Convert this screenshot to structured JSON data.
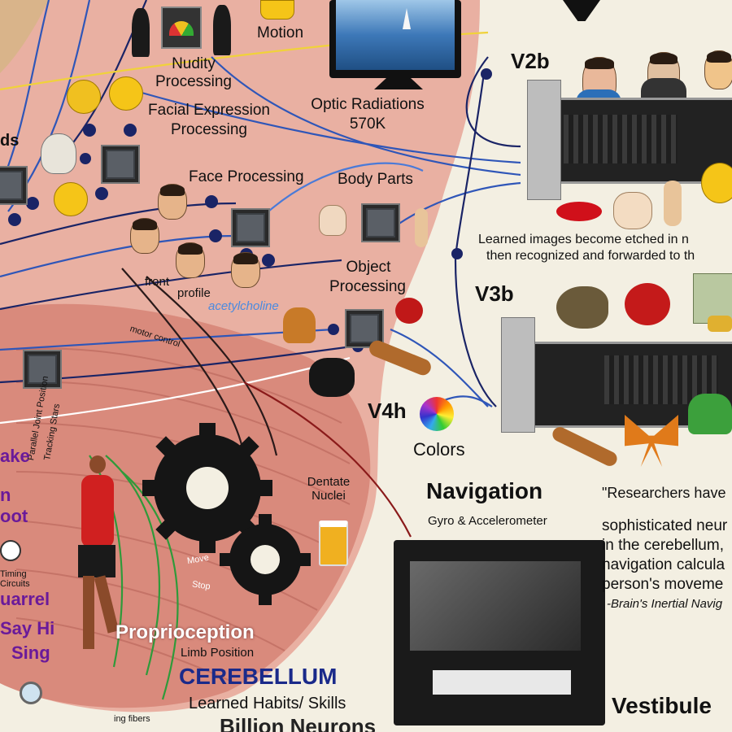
{
  "labels": {
    "motion": "Motion",
    "nudity": "Nudity\nProcessing",
    "optic": "Optic Radiations",
    "optic_count": "570K",
    "v2b": "V2b",
    "facial_expr": "Facial Expression",
    "facial_proc": "Processing",
    "face_proc": "Face Processing",
    "body_parts": "Body Parts",
    "front": "front",
    "profile": "profile",
    "acetylcholine": "acetylcholine",
    "object": "Object",
    "object_proc": "Processing",
    "motor_control": "motor control",
    "v3b": "V3b",
    "v4h": "V4h",
    "colors": "Colors",
    "learned1": "Learned images become etched in n",
    "learned2": "then recognized and forwarded to th",
    "dentate1": "Dentate",
    "dentate2": "Nuclei",
    "navigation": "Navigation",
    "gyro": "Gyro & Accelerometer",
    "researchers": "\"Researchers have",
    "quote1": "sophisticated neur",
    "quote2": "in the cerebellum,",
    "quote3": "navigation calcula",
    "quote4": "person's moveme",
    "quote_src": "-Brain's Inertial Navig",
    "move": "Move",
    "stop": "Stop",
    "proprioception": "Proprioception",
    "limb": "Limb Position",
    "cerebellum": "CEREBELLUM",
    "habits": "Learned Habits/ Skills",
    "neurons": "Billion Neurons",
    "vestibule": "Vestibule",
    "ds": "ds",
    "left_ake": "ake",
    "left_n": "n",
    "left_oot": "oot",
    "left_quarrel": "uarrel",
    "left_sayhi": "Say Hi",
    "left_sing": "Sing",
    "left_timing": "Timing\nCircuits",
    "parallel": "Parallel Joint Position",
    "tracking": "Tracking Stars",
    "fibers": "ing fibers"
  },
  "colors": {
    "brain_pink": "#e8a79a",
    "cerebellum_red": "#d98276",
    "paper": "#f3efe2",
    "wire_blue": "#2f56b8",
    "wire_navy": "#1a2466",
    "purple": "#6a1a9a",
    "title_blue": "#1a2a8a"
  },
  "icons": [
    "chip-icon",
    "emoji-icon",
    "skull-icon",
    "monitor-icon",
    "gpu-card-icon",
    "gear-icon",
    "beer-icon",
    "rose-icon",
    "butterfly-icon",
    "car-icon",
    "hand-icon",
    "leg-icon",
    "skunk-icon",
    "bird-icon",
    "color-wheel-icon",
    "computer-case-icon",
    "runner-icon"
  ]
}
